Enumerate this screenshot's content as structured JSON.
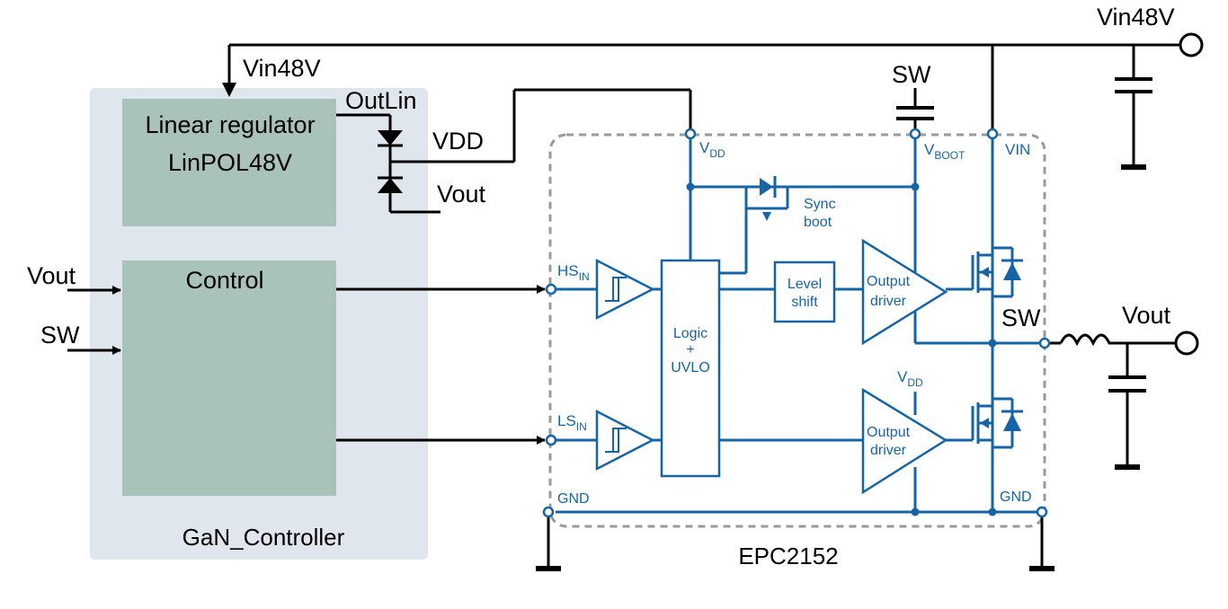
{
  "colors": {
    "wire_black": "#000000",
    "wire_blue": "#1565a6",
    "controller_panel": "#dfe6ee",
    "inner_block": "#a9c3ba",
    "chip_border": "#9a9a9a"
  },
  "controller": {
    "title": "GaN_Controller",
    "vin_label": "Vin48V",
    "regulator_line1": "Linear regulator",
    "regulator_line2": "LinPOL48V",
    "control_label": "Control",
    "input_vout": "Vout",
    "input_sw": "SW"
  },
  "diodes": {
    "outlin": "OutLin",
    "vdd": "VDD",
    "vout": "Vout"
  },
  "boot_cap_label": "SW",
  "chip": {
    "name": "EPC2152",
    "vdd_main": "V",
    "vdd_sub": "DD",
    "vboot_main": "V",
    "vboot_sub": "BOOT",
    "vin": "VIN",
    "hs_main": "HS",
    "hs_sub": "IN",
    "ls_main": "LS",
    "ls_sub": "IN",
    "gnd_left": "GND",
    "gnd_right": "GND",
    "logic_line1": "Logic",
    "logic_line2": "+",
    "logic_line3": "UVLO",
    "sync_line1": "Sync",
    "sync_line2": "boot",
    "level_line1": "Level",
    "level_line2": "shift",
    "driver_hi_line1": "Output",
    "driver_hi_line2": "driver",
    "driver_lo_line1": "Output",
    "driver_lo_line2": "driver",
    "vdd2_main": "V",
    "vdd2_sub": "DD"
  },
  "external": {
    "vin_top": "Vin48V",
    "sw_node": "SW",
    "vout_node": "Vout"
  }
}
